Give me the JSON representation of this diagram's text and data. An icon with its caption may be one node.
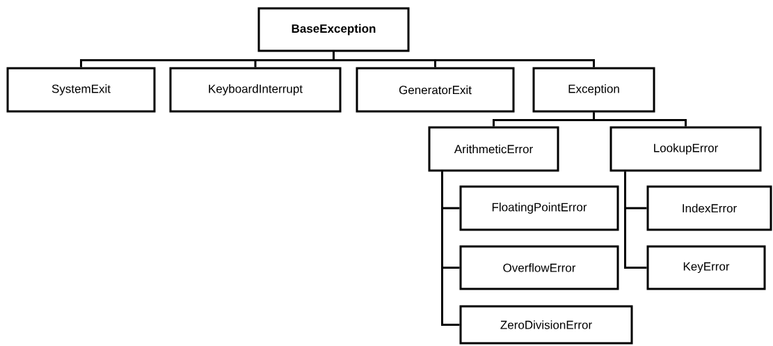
{
  "diagram": {
    "nodes": [
      {
        "text": [
          "BaseException"
        ]
      },
      {
        "text": [
          "SystemExit"
        ]
      },
      {
        "text": [
          "KeyboardInterrupt"
        ]
      },
      {
        "text": [
          "GeneratorExit"
        ]
      },
      {
        "text": [
          "Exception"
        ]
      },
      {
        "text": [
          "ArithmeticError"
        ]
      },
      {
        "text": [
          "LookupError"
        ]
      },
      {
        "text": [
          "FloatingPointError"
        ]
      },
      {
        "text": [
          "IndexError"
        ]
      },
      {
        "text": [
          "OverflowError"
        ]
      },
      {
        "text": [
          "KeyError"
        ]
      },
      {
        "text": [
          "ZeroDivisionError"
        ]
      }
    ],
    "edges": [
      {
        "from": 0,
        "to": 1,
        "arrow": "none"
      },
      {
        "from": 0,
        "to": 2,
        "arrow": "none"
      },
      {
        "from": 0,
        "to": 3,
        "arrow": "none"
      },
      {
        "from": 0,
        "to": 4,
        "arrow": "none"
      },
      {
        "from": 4,
        "to": 5,
        "arrow": "none"
      },
      {
        "from": 4,
        "to": 6,
        "arrow": "none"
      },
      {
        "from": 5,
        "to": 7,
        "arrow": "none"
      },
      {
        "from": 5,
        "to": 9,
        "arrow": "none"
      },
      {
        "from": 5,
        "to": 11,
        "arrow": "none"
      },
      {
        "from": 6,
        "to": 8,
        "arrow": "none"
      },
      {
        "from": 6,
        "to": 10,
        "arrow": "none"
      }
    ]
  }
}
